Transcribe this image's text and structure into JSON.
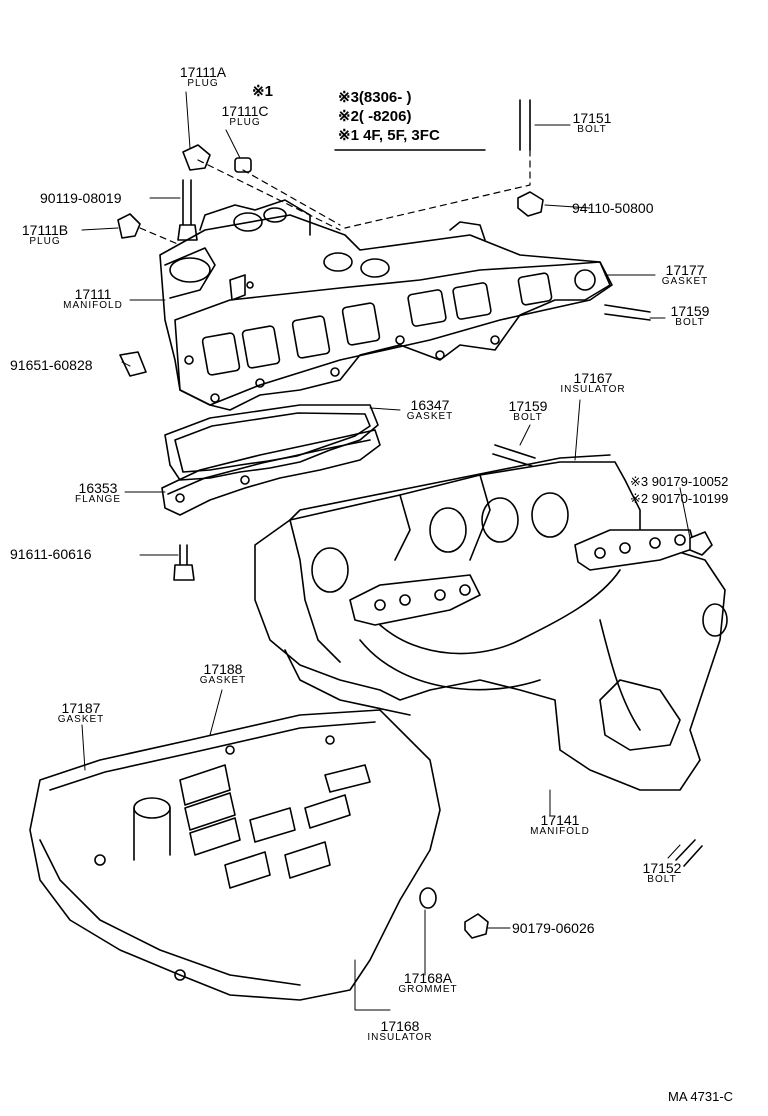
{
  "notes": {
    "n1": "※1",
    "n3": "※3(8306-    )",
    "n2": "※2(    -8206)",
    "n1b": "※1 4F, 5F, 3FC"
  },
  "parts": {
    "p17111A": {
      "num": "17111A",
      "name": "PLUG"
    },
    "p17111C": {
      "num": "17111C",
      "name": "PLUG"
    },
    "p9011908019": {
      "num": "90119-08019"
    },
    "p17111B": {
      "num": "17111B",
      "name": "PLUG"
    },
    "p17111": {
      "num": "17111",
      "name": "MANIFOLD"
    },
    "p9165160828": {
      "num": "91651-60828"
    },
    "p17151": {
      "num": "17151",
      "name": "BOLT"
    },
    "p9411050800": {
      "num": "94110-50800"
    },
    "p17177": {
      "num": "17177",
      "name": "GASKET"
    },
    "p17159a": {
      "num": "17159",
      "name": "BOLT"
    },
    "p16347": {
      "num": "16347",
      "name": "GASKET"
    },
    "p16353": {
      "num": "16353",
      "name": "FLANGE"
    },
    "p17167": {
      "num": "17167",
      "name": "INSULATOR"
    },
    "p17159b": {
      "num": "17159",
      "name": "BOLT"
    },
    "p9017910052": {
      "num": "※3 90179-10052"
    },
    "p9017010199": {
      "num": "※2 90170-10199"
    },
    "p9161160616": {
      "num": "91611-60616"
    },
    "p17188": {
      "num": "17188",
      "name": "GASKET"
    },
    "p17187": {
      "num": "17187",
      "name": "GASKET"
    },
    "p17141": {
      "num": "17141",
      "name": "MANIFOLD"
    },
    "p17152": {
      "num": "17152",
      "name": "BOLT"
    },
    "p9017906026": {
      "num": "90179-06026"
    },
    "p17168A": {
      "num": "17168A",
      "name": "GROMMET"
    },
    "p17168": {
      "num": "17168",
      "name": "INSULATOR"
    }
  },
  "footer": {
    "code": "MA  4731-C"
  },
  "colors": {
    "ink": "#000000",
    "paper": "#ffffff"
  }
}
